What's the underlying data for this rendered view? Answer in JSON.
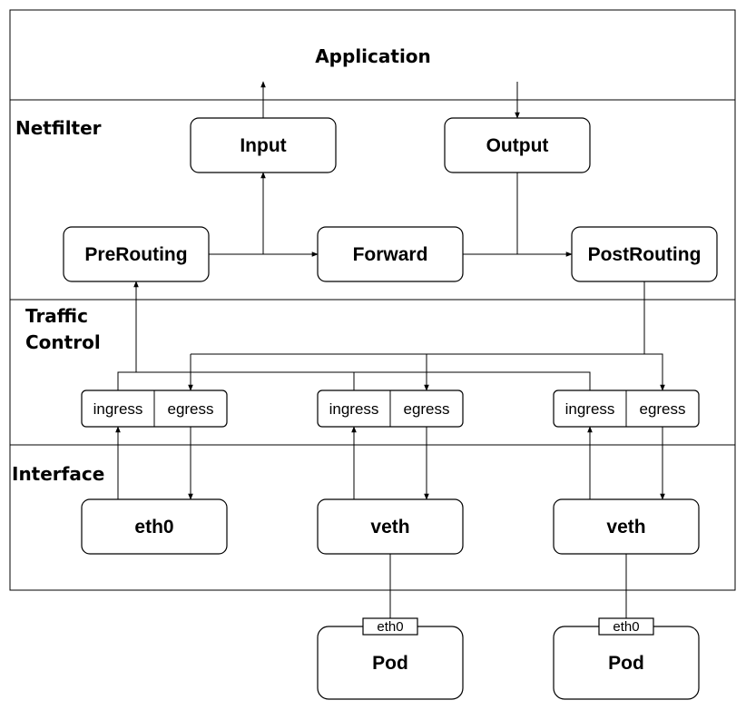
{
  "lanes": {
    "application": "Application",
    "netfilter": "Netfilter",
    "traffic_control_line1": "Traffic",
    "traffic_control_line2": "Control",
    "interface": "Interface"
  },
  "netfilter_hooks": {
    "input": "Input",
    "output": "Output",
    "prerouting": "PreRouting",
    "forward": "Forward",
    "postrouting": "PostRouting"
  },
  "tc": {
    "ingress": "ingress",
    "egress": "egress"
  },
  "interfaces": {
    "eth0": "eth0",
    "veth1": "veth",
    "veth2": "veth"
  },
  "pods": [
    {
      "label": "Pod",
      "nic": "eth0"
    },
    {
      "label": "Pod",
      "nic": "eth0"
    }
  ]
}
